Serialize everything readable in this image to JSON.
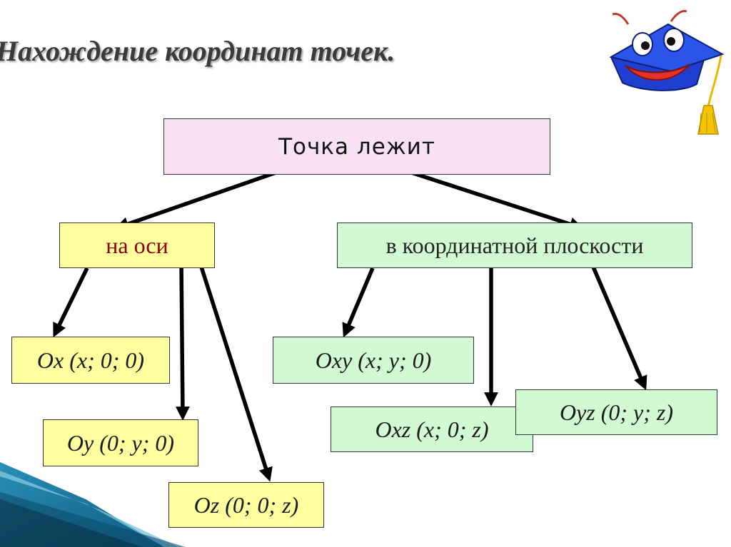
{
  "title": "Нахождение координат точек.",
  "root": {
    "label": "Точка лежит"
  },
  "branches": {
    "axis": {
      "label": "на оси",
      "children": [
        "Ox (x; 0; 0)",
        "Oy (0; y; 0)",
        "Oz (0; 0; z)"
      ]
    },
    "plane": {
      "label": "в координатной плоскости",
      "children": [
        "Oxy (x; y; 0)",
        "Oxz (x; 0; z)",
        "Oyz (0; y; z)"
      ]
    }
  },
  "colors": {
    "root_fill": "#f8e1f5",
    "axis_fill": "#ffffa0",
    "plane_fill": "#d2fad2",
    "axis_label_text": "#8b0000",
    "arrow": "#000000",
    "corner_accent": "#1a7a9e"
  },
  "decorations": {
    "mascot": "graduation-cap-smiley",
    "corner": "blue-swoosh"
  }
}
